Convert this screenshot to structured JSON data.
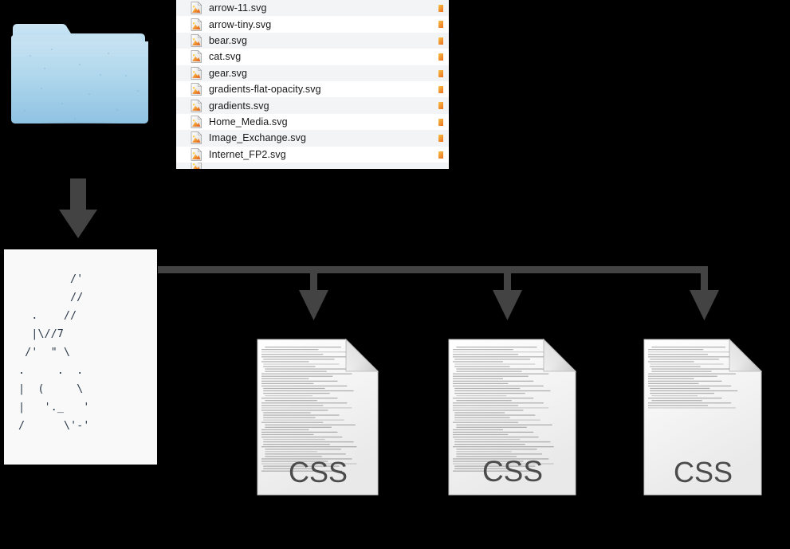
{
  "diagram": {
    "title": "SVG assets folder compiled into CSS files",
    "background_color": "#000000",
    "arrow_color": "#434343"
  },
  "folder": {
    "icon": "folder-icon",
    "label": "",
    "color_top": "#bcdcef",
    "color_bottom": "#94c4e2"
  },
  "file_list": {
    "name": "svg-file-list",
    "row_alt_color": "#f3f4f6",
    "row_color": "#ffffff",
    "files": [
      {
        "name": "arrow-11.svg",
        "icon": "svg-file-icon"
      },
      {
        "name": "arrow-tiny.svg",
        "icon": "svg-file-icon"
      },
      {
        "name": "bear.svg",
        "icon": "svg-file-icon"
      },
      {
        "name": "cat.svg",
        "icon": "svg-file-icon"
      },
      {
        "name": "gear.svg",
        "icon": "svg-file-icon"
      },
      {
        "name": "gradients-flat-opacity.svg",
        "icon": "svg-file-icon"
      },
      {
        "name": "gradients.svg",
        "icon": "svg-file-icon"
      },
      {
        "name": "Home_Media.svg",
        "icon": "svg-file-icon"
      },
      {
        "name": "Image_Exchange.svg",
        "icon": "svg-file-icon"
      },
      {
        "name": "Internet_FP2.svg",
        "icon": "svg-file-icon"
      }
    ]
  },
  "ascii_panel": {
    "name": "ascii-art-cat",
    "background": "#f9f9f9",
    "text_color": "#2b3a4a",
    "art": "        /'\n        //\n  .    //\n  |\\//7\n /'  \" \\\n.     .  .\n|  (     \\\n|   '._   '\n/      \\'-'"
  },
  "outputs": {
    "documents": [
      {
        "label": "CSS",
        "name": "css-document-1"
      },
      {
        "label": "CSS",
        "name": "css-document-2"
      },
      {
        "label": "CSS",
        "name": "css-document-3"
      }
    ]
  }
}
